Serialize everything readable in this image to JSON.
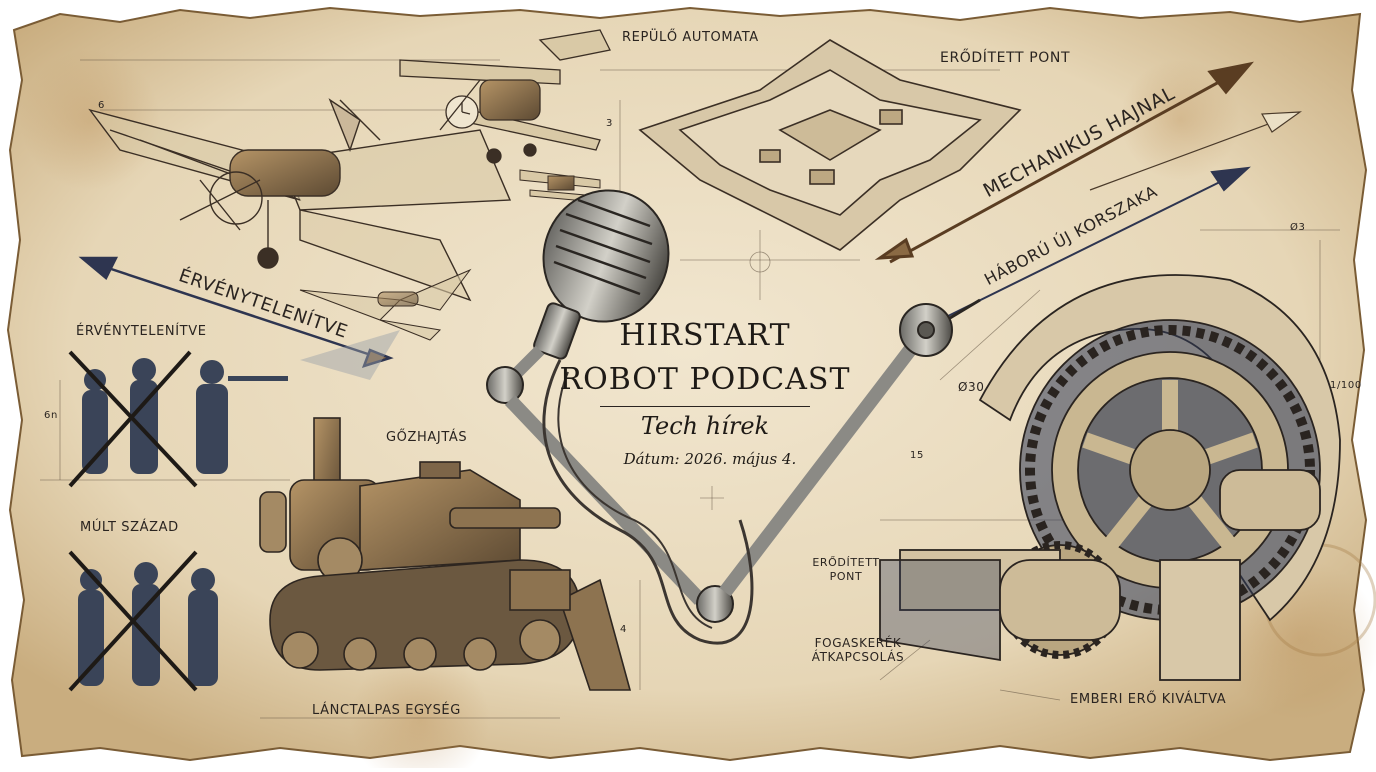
{
  "podcast": {
    "title_line1": "HIRSTART",
    "title_line2": "ROBOT PODCAST",
    "subtitle": "Tech hírek",
    "date": "Dátum: 2026. május 4."
  },
  "labels": {
    "flying_automaton": "REPÜLŐ AUTOMATA",
    "fortified_point_top": "ERŐDÍTETT PONT",
    "mechanical_dawn": "MECHANIKUS HAJNAL",
    "new_era_of_war": "HÁBORÚ ÚJ KORSZAKA",
    "invalidated_arrow": "ÉRVÉNYTELENÍTVE",
    "invalidated": "ÉRVÉNYTELENÍTVE",
    "last_century": "MÚLT SZÁZAD",
    "steam_drive": "GŐZHAJTÁS",
    "tracked_unit": "LÁNCTALPAS EGYSÉG",
    "fortified_point_small": "ERŐDÍTETT PONT",
    "gear_switching": "FOGASKERÉK ÁTKAPCSOLÁS",
    "human_power_replaced": "EMBERI ERŐ KIVÁLTVA"
  },
  "dimensions": {
    "d1": "3",
    "d2": "15",
    "d3": "Ø30",
    "d4": "1/100",
    "d5": "6",
    "d6": "Ø3",
    "d7": "4",
    "d8": "6n"
  },
  "colors": {
    "parchment": "#e9dcc0",
    "ink": "#2a2420",
    "navy_ink": "#2e3550",
    "sepia": "#8a6a44"
  }
}
